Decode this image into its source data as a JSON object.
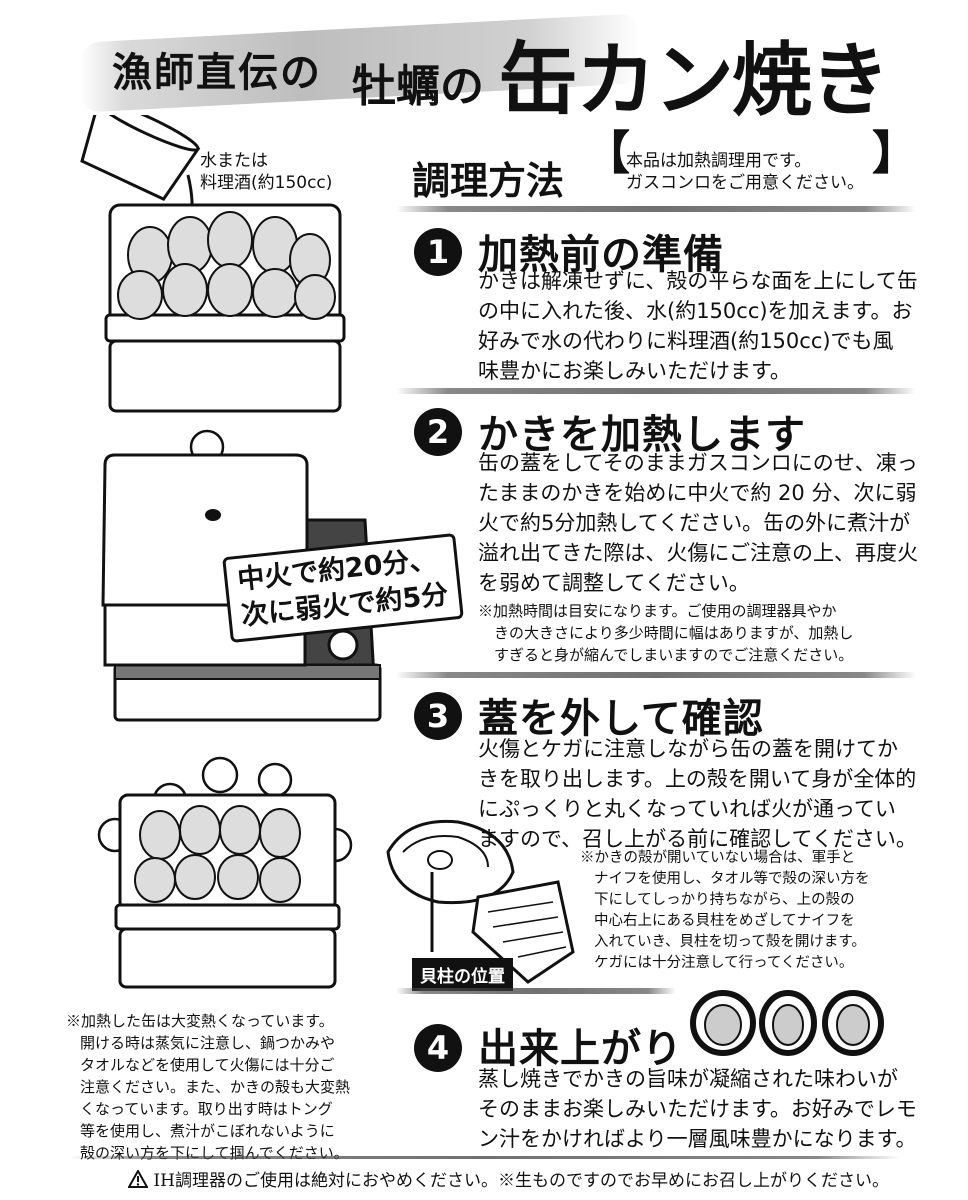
{
  "header": {
    "small": "漁師直伝の",
    "mid": "牡蠣の",
    "big": "缶カン焼き"
  },
  "illustration1": {
    "label_line1": "水または",
    "label_line2": "料理酒(約150cc)"
  },
  "illustration2": {
    "callout_line1": "中火で約20分、",
    "callout_line2": "次に弱火で約5分"
  },
  "illustration4": {
    "label": "貝柱の位置"
  },
  "method": {
    "title": "調理方法",
    "note_line1": "本品は加熱調理用です。",
    "note_line2": "ガスコンロをご用意ください。"
  },
  "steps": [
    {
      "num": "1",
      "title": "加熱前の準備",
      "lines": [
        "かきは解凍せずに、殻の平らな面を上にして缶",
        "の中に入れた後、水(約150cc)を加えます。お",
        "好みで水の代わりに料理酒(約150cc)でも風",
        "味豊かにお楽しみいただけます。"
      ]
    },
    {
      "num": "2",
      "title": "かきを加熱します",
      "lines": [
        "缶の蓋をしてそのままガスコンロにのせ、凍っ",
        "たままのかきを始めに中火で約 20 分、次に弱",
        "火で約5分加熱してください。缶の外に煮汁が",
        "溢れ出てきた際は、火傷にご注意の上、再度火",
        "を弱めて調整してください。"
      ],
      "note_lines": [
        "※加熱時間は目安になります。ご使用の調理器具やか",
        "きの大きさにより多少時間に幅はありますが、加熱し",
        "すぎると身が縮んでしまいますのでご注意ください。"
      ]
    },
    {
      "num": "3",
      "title": "蓋を外して確認",
      "lines": [
        "火傷とケガに注意しながら缶の蓋を開けてか",
        "きを取り出します。上の殻を開いて身が全体的",
        "にぷっくりと丸くなっていれば火が通ってい",
        "ますので、召し上がる前に確認してください。"
      ],
      "note_lines": [
        "※かきの殻が開いていない場合は、軍手と",
        "ナイフを使用し、タオル等で殻の深い方を",
        "下にしてしっかり持ちながら、上の殻の",
        "中心右上にある貝柱をめざしてナイフを",
        "入れていき、貝柱を切って殻を開けます。",
        "ケガには十分注意して行ってください。"
      ]
    },
    {
      "num": "4",
      "title": "出来上がり",
      "lines": [
        "蒸し焼きでかきの旨味が凝縮された味わいが",
        "そのままお楽しみいただけます。お好みでレモ",
        "ン汁をかければより一層風味豊かになります。"
      ]
    }
  ],
  "left_note": {
    "lines": [
      "※加熱した缶は大変熱くなっています。",
      "開ける時は蒸気に注意し、鍋つかみや",
      "タオルなどを使用して火傷には十分ご",
      "注意ください。また、かきの殻も大変熱",
      "くなっています。取り出す時はトング",
      "等を使用し、煮汁がこぼれないように",
      "殻の深い方を下にして掴んでください。"
    ]
  },
  "footer": {
    "warning": "IH調理器のご使用は絶対におやめください。※生ものですのでお早めにお召し上がりください。"
  },
  "icons": {
    "warning": "warning-triangle-icon",
    "steam": "steam-cloud-icon"
  }
}
